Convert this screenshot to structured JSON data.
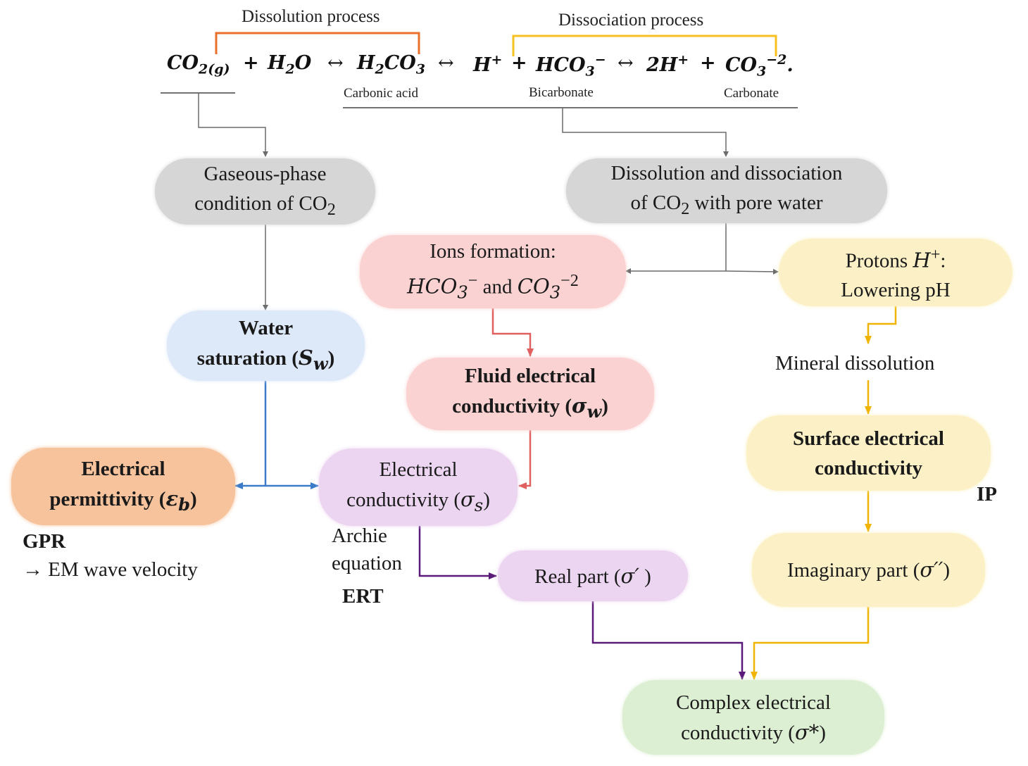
{
  "equation": {
    "term1": "CO",
    "term1_sub": "2(g)",
    "op1": "+",
    "term2": "H",
    "term2_sub": "2",
    "term2_tail": "O",
    "arrow1": "↔",
    "term3": "H",
    "term3_sub1": "2",
    "term3_mid": "CO",
    "term3_sub2": "3",
    "arrow2": "↔",
    "term4": "H",
    "term4_sup": "+",
    "op2": "+",
    "term5": "HCO",
    "term5_sub": "3",
    "term5_sup": "−",
    "arrow3": "↔",
    "term6": "2H",
    "term6_sup": "+",
    "op3": "+",
    "term7": "CO",
    "term7_sub": "3",
    "term7_sup": "−2",
    "period": "."
  },
  "process_labels": {
    "dissolution": "Dissolution process",
    "dissociation": "Dissociation process"
  },
  "species_labels": {
    "carbonic_acid": "Carbonic  acid",
    "bicarbonate": "Bicarbonate",
    "carbonate": "Carbonate"
  },
  "nodes": {
    "gaseous": {
      "line1": "Gaseous-phase",
      "line2_pre": "condition of CO",
      "line2_sub": "2"
    },
    "dissolution": {
      "line1": "Dissolution and dissociation",
      "line2_pre": "of CO",
      "line2_sub": "2",
      "line2_post": " with pore water"
    },
    "ions": {
      "line1": "Ions formation:",
      "hco": "HCO",
      "hco_sub": "3",
      "hco_sup": "−",
      "and": " and ",
      "co": "CO",
      "co_sub": "3",
      "co_sup": "−2"
    },
    "protons": {
      "line1_pre": "Protons ",
      "h": "H",
      "h_sup": "+",
      "line1_post": ":",
      "line2": "Lowering pH"
    },
    "water_sat": {
      "line1": "Water",
      "line2_pre": "saturation (",
      "sym": "S",
      "sym_sub": "w",
      "line2_post": ")"
    },
    "fluid_ec": {
      "line1": "Fluid electrical",
      "line2_pre": "conductivity (",
      "sym": "σ",
      "sym_sub": "w",
      "line2_post": ")"
    },
    "mineral": {
      "text": "Mineral dissolution"
    },
    "surface_ec": {
      "line1": "Surface electrical",
      "line2": "conductivity"
    },
    "permittivity": {
      "line1": "Electrical",
      "line2_pre": "permittivity (",
      "sym": "ε",
      "sym_sub": "b",
      "line2_post": ")"
    },
    "elec_cond": {
      "line1": "Electrical",
      "line2_pre": "conductivity (",
      "sym": "σ",
      "sym_sub": "s",
      "line2_post": ")"
    },
    "real": {
      "pre": "Real part (",
      "sym": "σ′",
      "post": " )"
    },
    "imag": {
      "pre": "Imaginary part (",
      "sym": "σ′′",
      "post": ")"
    },
    "complex": {
      "line1": "Complex electrical",
      "line2_pre": "conductivity (",
      "sym": "σ*",
      "line2_post": ")"
    }
  },
  "side_labels": {
    "gpr": "GPR",
    "em_wave": "→ EM wave velocity",
    "archie1": "Archie",
    "archie2": "equation",
    "ert": "ERT",
    "ip": "IP"
  },
  "colors": {
    "gray_line": "#6b6b6b",
    "blue_line": "#3a7cc9",
    "red_line": "#e06060",
    "yellow_line": "#f0b400",
    "purple_line": "#5a1a7a",
    "dissolution_bracket": "#e8702a",
    "dissociation_bracket": "#f5c020"
  }
}
